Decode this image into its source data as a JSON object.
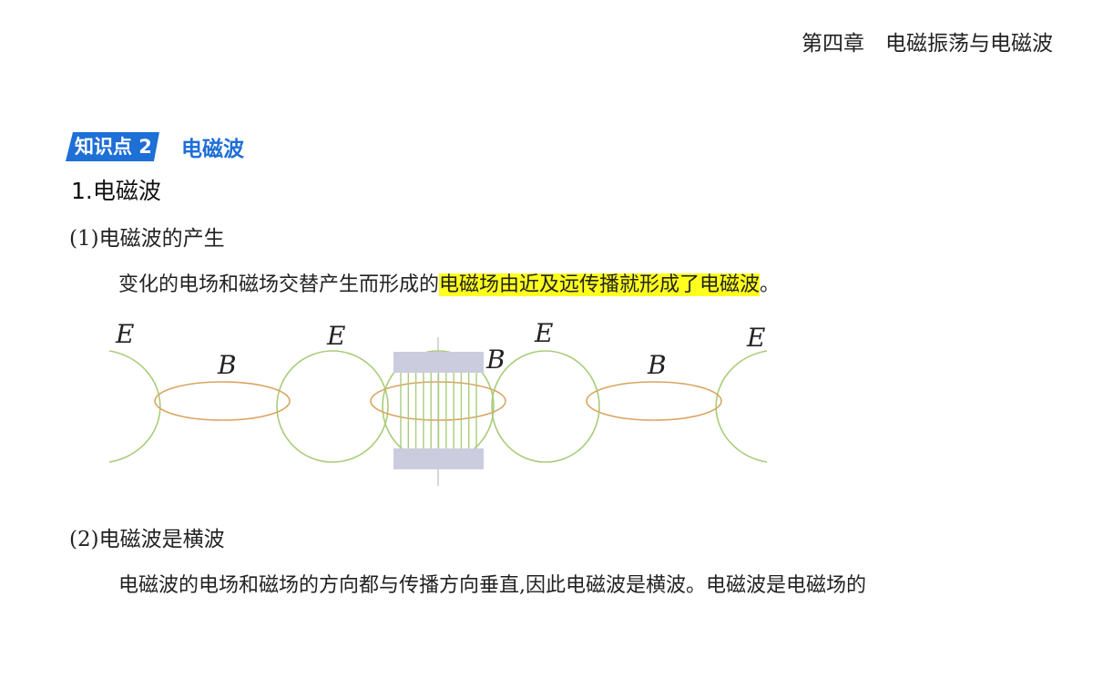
{
  "header": {
    "chapter": "第四章　电磁振荡与电磁波"
  },
  "knowledge_point": {
    "badge": "知识点 2",
    "title": "电磁波"
  },
  "section": {
    "title": "1.电磁波"
  },
  "subsections": [
    {
      "title": "(1)电磁波的产生",
      "text_before": "变化的电场和磁场交替产生而形成的",
      "text_highlight": "电磁场由近及远传播就形成了电磁波",
      "text_after": "。"
    },
    {
      "title": "(2)电磁波是横波",
      "text": "电磁波的电场和磁场的方向都与传播方向垂直,因此电磁波是横波。电磁波是电磁场的"
    }
  ],
  "diagram": {
    "labels": {
      "e1": "E",
      "e2": "E",
      "e3": "E",
      "e4": "E",
      "b1": "B",
      "b2": "B",
      "b3": "B"
    },
    "colors": {
      "electric": "#a9cc7a",
      "magnetic": "#d9a560",
      "plate": "#ccccdf"
    }
  }
}
